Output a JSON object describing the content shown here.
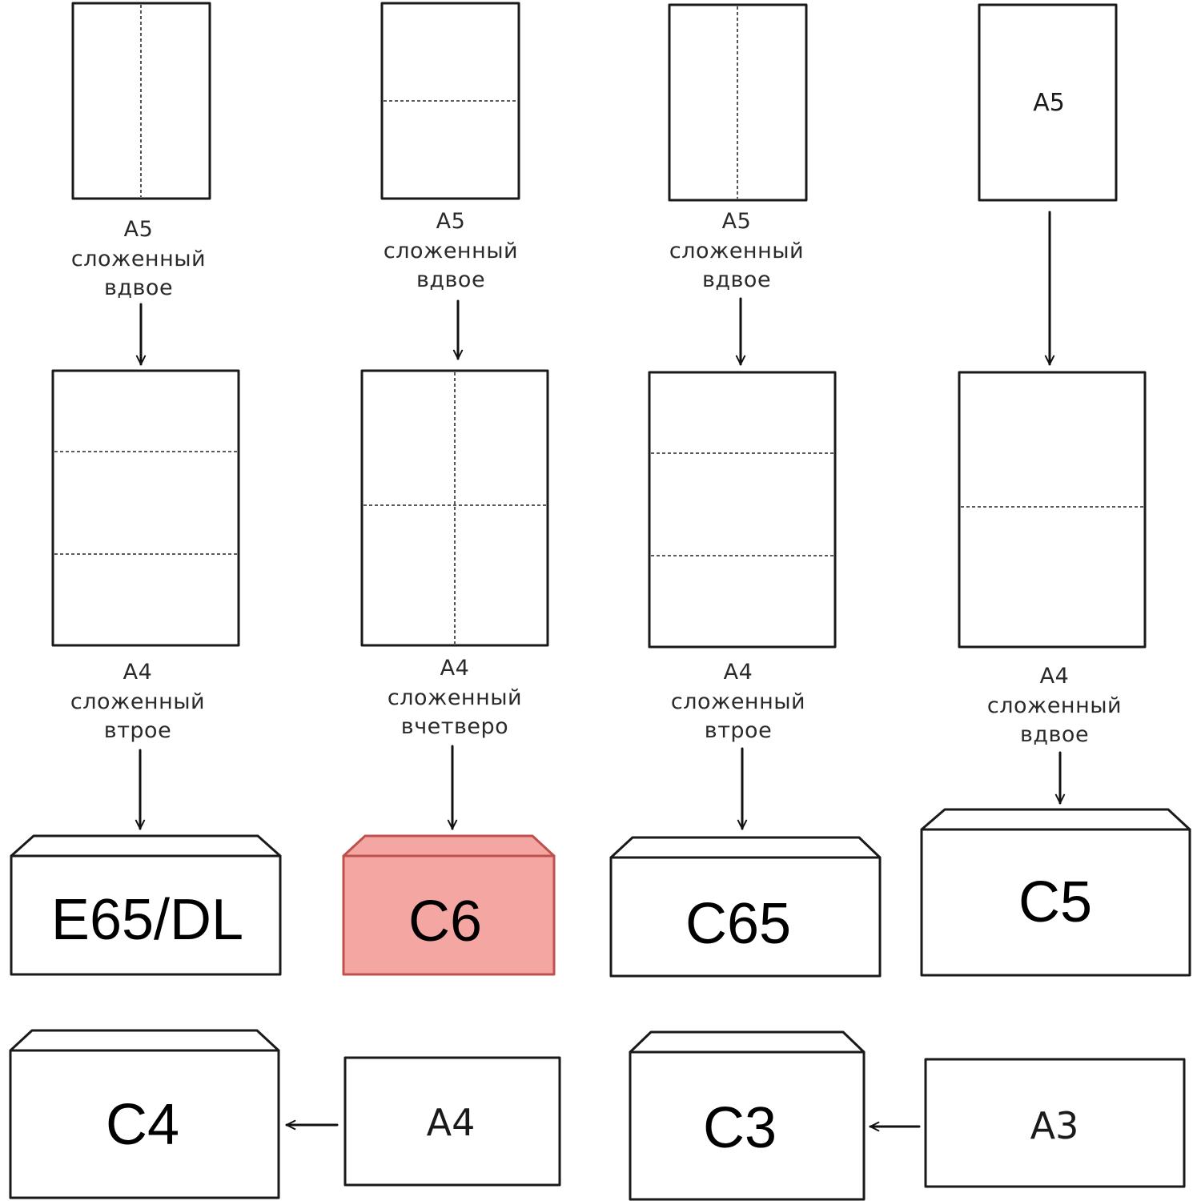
{
  "columns": [
    {
      "top_paper_label": "",
      "top_caption": [
        "A5",
        "сложенный",
        "вдвое"
      ],
      "middle_caption": [
        "A4",
        "сложенный",
        "втрое"
      ],
      "envelope": "E65/DL",
      "envelope_highlighted": false
    },
    {
      "top_paper_label": "",
      "top_caption": [
        "A5",
        "сложенный",
        "вдвое"
      ],
      "middle_caption": [
        "A4",
        "сложенный",
        "вчетверо"
      ],
      "envelope": "C6",
      "envelope_highlighted": true
    },
    {
      "top_paper_label": "",
      "top_caption": [
        "A5",
        "сложенный",
        "вдвое"
      ],
      "middle_caption": [
        "A4",
        "сложенный",
        "втрое"
      ],
      "envelope": "C65",
      "envelope_highlighted": false
    },
    {
      "top_paper_label": "A5",
      "top_caption": [],
      "middle_caption": [
        "A4",
        "сложенный",
        "вдвое"
      ],
      "envelope": "C5",
      "envelope_highlighted": false
    }
  ],
  "bottom_row": [
    {
      "envelope": "C4",
      "sheet": "A4"
    },
    {
      "envelope": "C3",
      "sheet": "A3"
    }
  ],
  "colors": {
    "highlight_envelope": "#f4a6a3",
    "highlight_stroke": "#c0504d",
    "outline": "#1a1a1a"
  }
}
